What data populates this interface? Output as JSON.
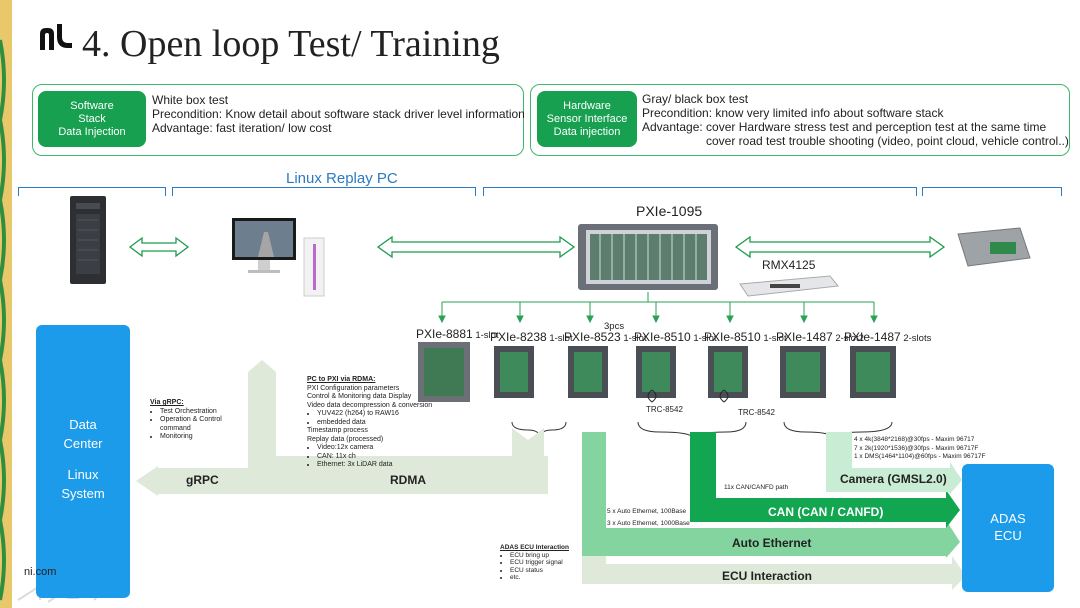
{
  "slide": {
    "title": "4. Open loop Test/ Training",
    "footer": "ni.com"
  },
  "software_box": {
    "pill_lines": [
      "Software",
      "Stack",
      "Data Injection"
    ],
    "lines": [
      "White box test",
      "Precondition: Know detail about software stack driver level information",
      "Advantage: fast iteration/ low cost"
    ]
  },
  "hardware_box": {
    "pill_lines": [
      "Hardware",
      "Sensor Interface",
      "Data injection"
    ],
    "lines": [
      "Gray/ black box test",
      "Precondition: know very limited info about software stack",
      "Advantage: cover Hardware stress test and perception test at the same time",
      "cover road test trouble shooting (video, point cloud, vehicle control..)"
    ]
  },
  "top_labels": {
    "linux_replay_pc": "Linux  Replay PC",
    "pxie_1095": "PXIe-1095",
    "rmx": "RMX4125"
  },
  "modules": [
    {
      "name": "PXIe-8881",
      "slot": "1-slot"
    },
    {
      "name": "PXIe-8238",
      "slot": "1-slot"
    },
    {
      "name": "PXIe-8523",
      "slot": "1-slot"
    },
    {
      "name": "PXIe-8510",
      "slot": "1-slot"
    },
    {
      "name": "PXIe-8510",
      "slot": "1-slot"
    },
    {
      "name": "PXIe-1487",
      "slot": "2-slot2"
    },
    {
      "name": "PXIe-1487",
      "slot": "2-slots"
    }
  ],
  "labels": {
    "three_pcs": "3pcs",
    "trc1": "TRC-8542",
    "trc2": "TRC-8542"
  },
  "data_center": {
    "line1": "Data",
    "line2": "Center",
    "line3": "Linux",
    "line4": "System"
  },
  "adas_ecu": {
    "line1": "ADAS",
    "line2": "ECU"
  },
  "grpc_note": {
    "heading": "Via gRPC:",
    "items": [
      "Test Orchestration",
      "Operation & Control command",
      "Monitoring"
    ]
  },
  "rdma_note": {
    "heading": "PC to PXI via RDMA:",
    "lines": [
      "PXI Configuration parameters",
      "Control & Monitoring data Display",
      "Video data decompression & conversion"
    ],
    "items1": [
      "YUV422 (h264) to RAW16",
      "embedded data"
    ],
    "lines2": [
      "Timestamp process",
      "Replay data (processed)"
    ],
    "items2": [
      "Video:12x camera",
      "CAN: 11x ch",
      "Ethernet: 3x LiDAR data"
    ]
  },
  "bands": {
    "grpc": "gRPC",
    "rdma": "RDMA",
    "camera": "Camera (GMSL2.0)",
    "can": "CAN (CAN / CANFD)",
    "auto_ethernet": "Auto Ethernet",
    "ecu_interaction": "ECU Interaction"
  },
  "camera_specs": [
    "4 x 4k(3848*2168)@30fps  - Maxim 96717",
    "7 x 2k(1920*1536)@30fps  - Maxim 96717F",
    "1 x DMS(1464*1104)@60fps - Maxim 96717F"
  ],
  "can_path": "11x CAN/CANFD path",
  "ethernet_specs": [
    "5 x Auto Ethernet, 100Base",
    "3 x Auto Ethernet, 1000Base"
  ],
  "adas_interaction": {
    "heading": "ADAS  ECU  Interaction",
    "items": [
      "ECU bring up",
      "ECU trigger signal",
      "ECU status",
      "etc."
    ]
  },
  "colors": {
    "accent_green": "#16a050",
    "dark_green": "#0ea050",
    "mid_green": "#7fd19a",
    "light_green": "#c9ecd4",
    "band_gray": "#dfe9da",
    "blue_box": "#1b9be9",
    "bracket_blue": "#2a7bc4"
  }
}
